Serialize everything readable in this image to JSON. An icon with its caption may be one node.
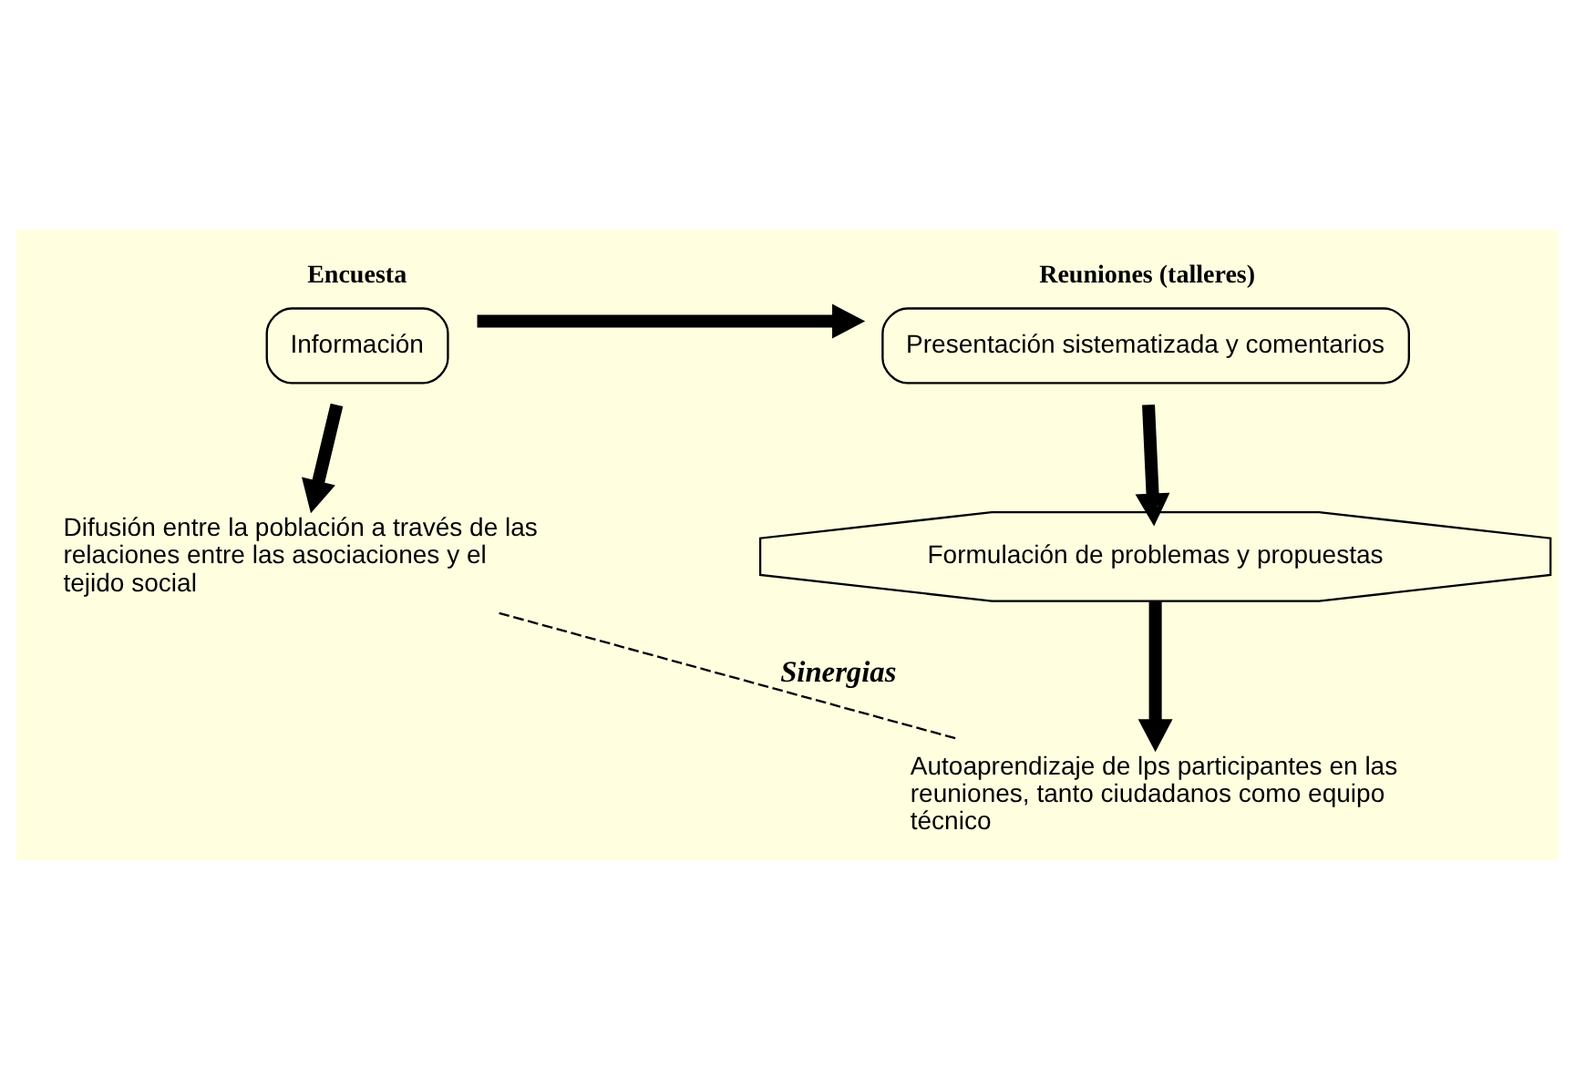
{
  "diagram": {
    "nodes": [
      {
        "text": [
          "Encuesta",
          "Información"
        ]
      },
      {
        "text": [
          "Reuniones (talleres)",
          "Presentación sistematizada y comentarios"
        ]
      },
      {
        "text": [
          "Formulación de problemas y propuestas"
        ]
      },
      {
        "text": [
          "Difusión entre la población a través de las relaciones entre las asociaciones y el tejido social"
        ]
      },
      {
        "text": [
          "Autoaprendizaje de lps participantes en las reuniones, tanto ciudadanos como equipo técnico"
        ]
      }
    ],
    "edges": [
      {
        "from": 0,
        "to": 1,
        "arrow": "to"
      },
      {
        "from": 0,
        "to": 3,
        "arrow": "to"
      },
      {
        "from": 1,
        "to": 2,
        "arrow": "to"
      },
      {
        "from": 2,
        "to": 4,
        "arrow": "to"
      },
      {
        "from": 3,
        "to": 4,
        "arrow": "none",
        "label": "Sinergias",
        "style": "dashed"
      }
    ]
  }
}
